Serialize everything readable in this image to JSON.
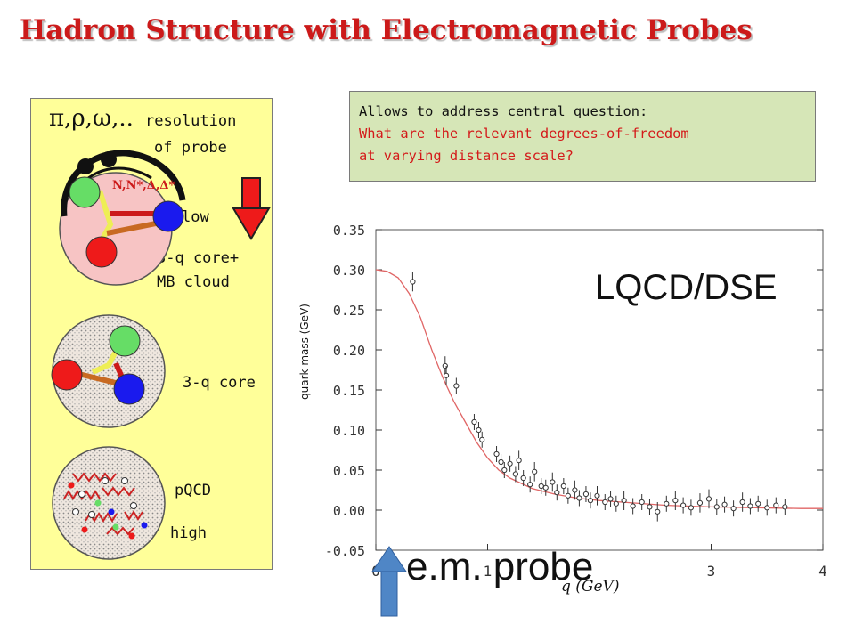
{
  "title": "Hadron Structure with Electromagnetic Probes",
  "left_panel": {
    "greek_label": "π,ρ,ω,..",
    "resolution_line1": "resolution",
    "resolution_line2": "of probe",
    "nucleon_label": "N,N*,Δ,Δ*",
    "low_label": "low",
    "core_mb_line1": "3-q core+",
    "core_mb_line2": "MB cloud",
    "core_label": "3-q core",
    "pqcd_label": "pQCD",
    "high_label": "high",
    "colors": {
      "panel_bg": "#ffff99",
      "quark_green": "#66dd66",
      "quark_blue": "#1a1aee",
      "quark_red": "#ee1a1a",
      "arrow_red": "#ee1a1a"
    }
  },
  "callout": {
    "line1": "Allows to address central question:",
    "line2": "What are the relevant degrees-of-freedom",
    "line3": "at varying distance scale?",
    "colors": {
      "bg": "#d6e6b7",
      "question": "#d41a1a"
    }
  },
  "probe_label": "e.m. probe",
  "probe_arrow_color": "#4f86c6",
  "chart_data": {
    "type": "scatter",
    "title": "",
    "annotation": "LQCD/DSE",
    "xlabel": "q (GeV)",
    "ylabel": "quark mass (GeV)",
    "xlim": [
      0,
      4
    ],
    "ylim": [
      -0.05,
      0.35
    ],
    "xticks": [
      0,
      1,
      3,
      4
    ],
    "xtick_labels": [
      "0",
      "1",
      "3",
      "4"
    ],
    "yticks": [
      -0.05,
      0.0,
      0.05,
      0.1,
      0.15,
      0.2,
      0.25,
      0.3,
      0.35
    ],
    "ytick_labels": [
      "-0.05",
      "0.00",
      "0.05",
      "0.10",
      "0.15",
      "0.20",
      "0.25",
      "0.30",
      "0.35"
    ],
    "grid": false,
    "series": [
      {
        "kind": "curve",
        "color": "#e06666",
        "x": [
          0,
          0.1,
          0.2,
          0.3,
          0.4,
          0.5,
          0.6,
          0.7,
          0.8,
          0.9,
          1.0,
          1.1,
          1.2,
          1.4,
          1.6,
          1.8,
          2.0,
          2.3,
          2.6,
          3.0,
          3.4,
          3.8,
          4.0
        ],
        "y": [
          0.3,
          0.298,
          0.29,
          0.27,
          0.24,
          0.2,
          0.165,
          0.135,
          0.11,
          0.085,
          0.065,
          0.05,
          0.04,
          0.027,
          0.02,
          0.015,
          0.012,
          0.009,
          0.006,
          0.004,
          0.003,
          0.002,
          0.002
        ]
      },
      {
        "kind": "points",
        "color": "#333333",
        "x": [
          0.33,
          0.62,
          0.63,
          0.72,
          0.88,
          0.92,
          0.95,
          1.08,
          1.12,
          1.15,
          1.2,
          1.25,
          1.28,
          1.32,
          1.38,
          1.42,
          1.48,
          1.52,
          1.58,
          1.62,
          1.68,
          1.72,
          1.78,
          1.82,
          1.88,
          1.92,
          1.98,
          2.05,
          2.1,
          2.15,
          2.22,
          2.3,
          2.38,
          2.45,
          2.52,
          2.6,
          2.68,
          2.75,
          2.82,
          2.9,
          2.98,
          3.05,
          3.12,
          3.2,
          3.28,
          3.35,
          3.42,
          3.5,
          3.58,
          3.66
        ],
        "y": [
          0.285,
          0.18,
          0.168,
          0.155,
          0.11,
          0.1,
          0.088,
          0.07,
          0.06,
          0.05,
          0.058,
          0.045,
          0.062,
          0.04,
          0.032,
          0.048,
          0.03,
          0.028,
          0.035,
          0.022,
          0.03,
          0.018,
          0.025,
          0.015,
          0.02,
          0.012,
          0.018,
          0.01,
          0.014,
          0.008,
          0.012,
          0.005,
          0.01,
          0.004,
          -0.002,
          0.008,
          0.012,
          0.006,
          0.003,
          0.009,
          0.014,
          0.004,
          0.007,
          0.002,
          0.01,
          0.005,
          0.008,
          0.003,
          0.006,
          0.004
        ],
        "err": [
          0.012,
          0.012,
          0.012,
          0.01,
          0.01,
          0.01,
          0.01,
          0.01,
          0.01,
          0.01,
          0.01,
          0.01,
          0.012,
          0.01,
          0.01,
          0.012,
          0.01,
          0.01,
          0.012,
          0.01,
          0.01,
          0.01,
          0.012,
          0.01,
          0.01,
          0.01,
          0.012,
          0.01,
          0.01,
          0.01,
          0.012,
          0.01,
          0.01,
          0.01,
          0.012,
          0.01,
          0.012,
          0.01,
          0.01,
          0.012,
          0.012,
          0.01,
          0.01,
          0.01,
          0.012,
          0.01,
          0.01,
          0.01,
          0.01,
          0.01
        ]
      }
    ]
  }
}
